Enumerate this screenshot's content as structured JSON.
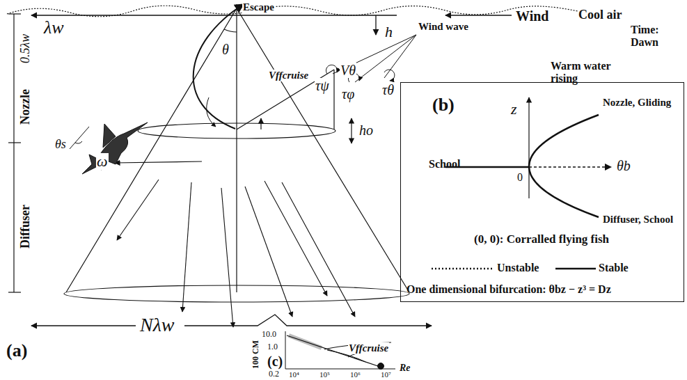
{
  "diagram": {
    "nodes": [
      {
        "text": [
          "(b)",
          "z",
          "Nozzle, Gliding",
          "School",
          "0",
          "θb",
          "Diffuser, School",
          "(0, 0): Corralled flying fish",
          "One dimensional bifurcation: θbz − z³ = Dz"
        ]
      }
    ],
    "labels": [
      "Escape",
      "λw",
      "h",
      "Wind",
      "Wind wave",
      "Cool air",
      "Time: Dawn",
      "Warm water rising",
      "τψ",
      "τφ",
      "τθ",
      "0.5λw",
      "Nozzle",
      "θ",
      "Vffcruise",
      "Vθ",
      "θs",
      "ho",
      "ω",
      "Diffuser",
      "Vffcruise",
      "(a)",
      "Nλw",
      "10.0",
      "100 CM",
      "1.0",
      "(c)",
      "0.2",
      "Re",
      "10⁴",
      "10⁵",
      "10⁶",
      "10⁷"
    ],
    "legend": [
      {
        "text": "Unstable"
      },
      {
        "text": "Stable"
      }
    ]
  }
}
